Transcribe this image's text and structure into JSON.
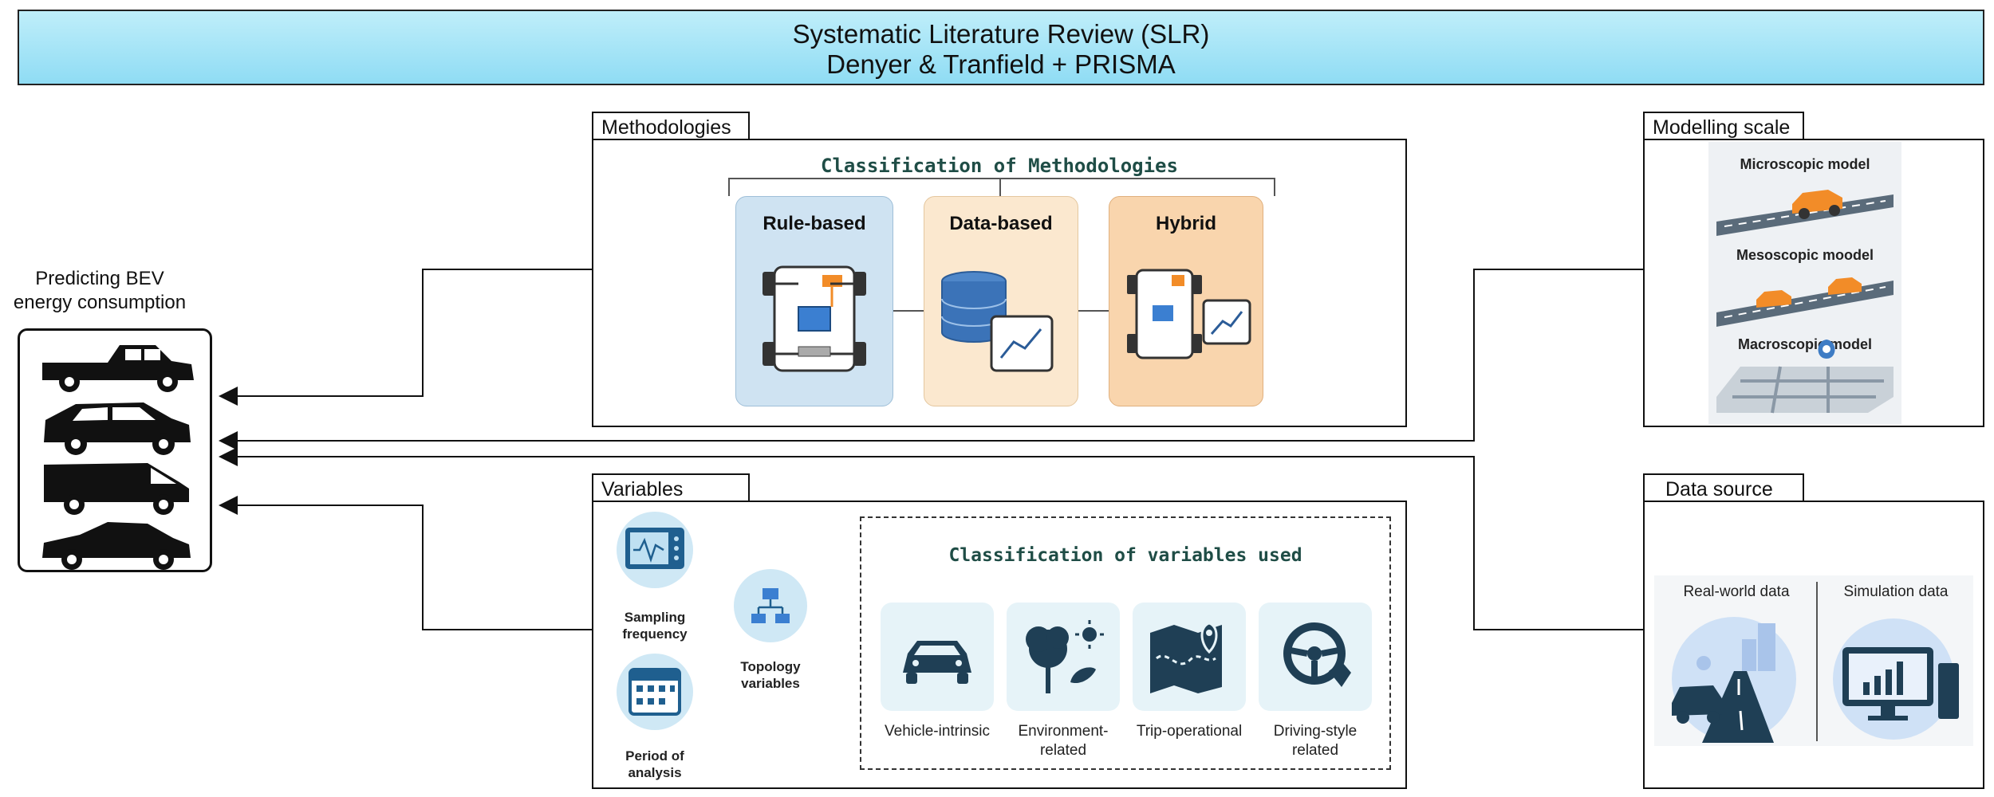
{
  "header": {
    "line1": "Systematic Literature Review (SLR)",
    "line2": "Denyer & Tranfield + PRISMA"
  },
  "center": {
    "title_line1": "Predicting BEV",
    "title_line2": "energy consumption"
  },
  "methodologies": {
    "tab": "Methodologies",
    "title": "Classification of Methodologies",
    "columns": [
      {
        "label": "Rule-based",
        "color": "#cfe3f2"
      },
      {
        "label": "Data-based",
        "color": "#fbe8cf"
      },
      {
        "label": "Hybrid",
        "color": "#f9d5ad"
      }
    ]
  },
  "modelling": {
    "tab": "Modelling scale",
    "levels": [
      "Microscopic model",
      "Mesoscopic moodel",
      "Macroscopic model"
    ]
  },
  "variables": {
    "tab": "Variables",
    "sampling": "Sampling frequency",
    "period": "Period of analysis",
    "topology": "Topology variables",
    "title": "Classification of variables used",
    "items": [
      "Vehicle-intrinsic",
      "Environment-related",
      "Trip-operational",
      "Driving-style related"
    ]
  },
  "datasource": {
    "tab": "Data source",
    "real": "Real-world data",
    "sim": "Simulation data"
  }
}
